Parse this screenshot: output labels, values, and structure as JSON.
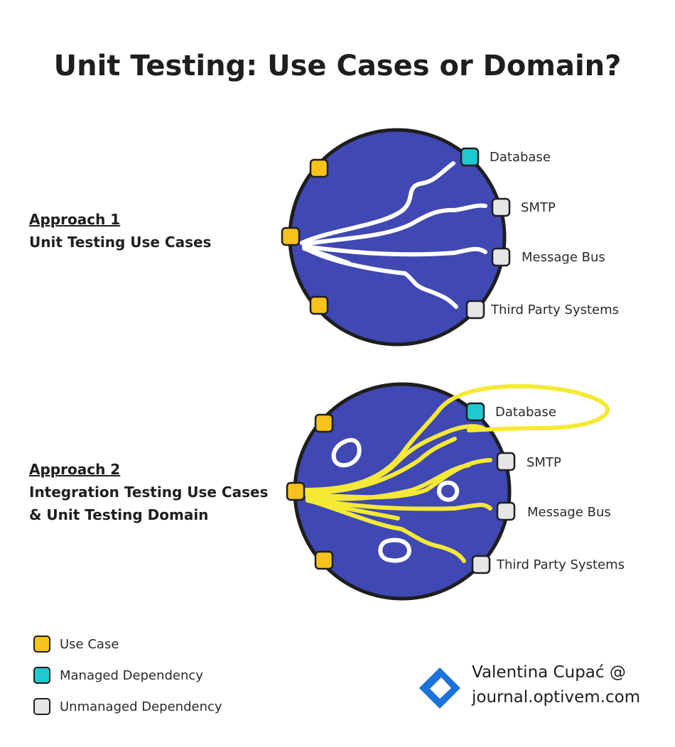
{
  "title": "Unit Testing: Use Cases or Domain?",
  "approach1": {
    "heading": "Approach 1",
    "subtitle": "Unit Testing Use Cases"
  },
  "approach2": {
    "heading": "Approach 2",
    "line1": "Integration Testing Use Cases",
    "line2": "& Unit Testing Domain"
  },
  "diagram1": {
    "labels": {
      "database": "Database",
      "smtp": "SMTP",
      "message_bus": "Message Bus",
      "third_party": "Third Party Systems"
    },
    "line_color": "#ffffff"
  },
  "diagram2": {
    "labels": {
      "database": "Database",
      "smtp": "SMTP",
      "message_bus": "Message Bus",
      "third_party": "Third Party Systems"
    },
    "line_color": "#f5e936"
  },
  "legend": [
    {
      "label": "Use Case",
      "color": "#f6c21b"
    },
    {
      "label": "Managed Dependency",
      "color": "#1fc9cf"
    },
    {
      "label": "Unmanaged Dependency",
      "color": "#e6e6e6"
    }
  ],
  "credit": {
    "line1": "Valentina Cupać @",
    "line2": "journal.optivem.com"
  },
  "colors": {
    "circle": "#3f48b3",
    "outline": "#1e1e1e",
    "logo": "#1a73d9"
  },
  "icons": {
    "logo": "diamond-logo-icon"
  }
}
